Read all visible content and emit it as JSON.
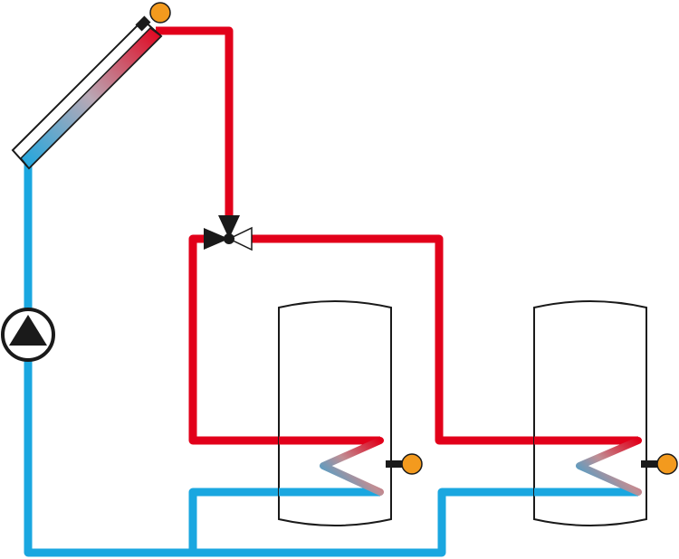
{
  "colors": {
    "hot_pipe": "#e2001a",
    "cold_pipe": "#1aa7e0",
    "sensor": "#f39a1e",
    "outline": "#1a1a1a",
    "background": "#ffffff"
  },
  "components": {
    "collector": {
      "icon": "solar-collector-icon",
      "sensors": 1
    },
    "pump": {
      "icon": "circulation-pump-icon"
    },
    "valve": {
      "icon": "three-way-valve-icon"
    },
    "tanks": [
      {
        "icon": "storage-tank-icon",
        "coil": "heat-exchanger-coil-icon",
        "sensors": 1
      },
      {
        "icon": "storage-tank-icon",
        "coil": "heat-exchanger-coil-icon",
        "sensors": 1
      }
    ]
  }
}
